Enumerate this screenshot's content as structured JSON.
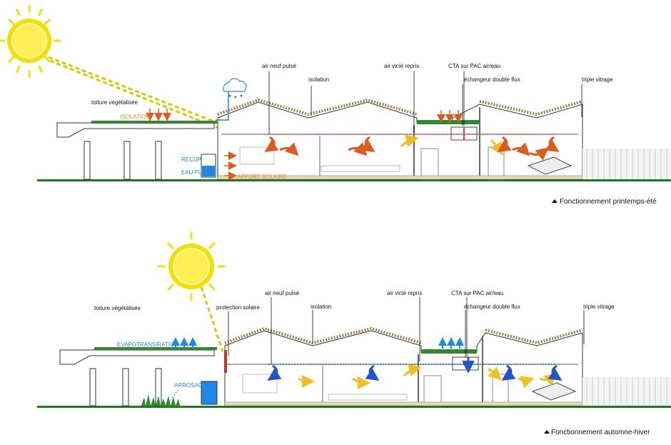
{
  "colors": {
    "sun_fill": "#ffee55",
    "sun_ray": "#f2e000",
    "sunbeam": "#d8c800",
    "ground": "#1e7a1e",
    "green_roof": "#2f8a2f",
    "warm": "#e05a20",
    "supply": "#e04040",
    "extract": "#2255cc",
    "yellow_arrow": "#f0c020",
    "blue_text": "#2288dd",
    "orange_text": "#e8932a",
    "heat_zone": "#fbf3c8",
    "water": "#1e88e5"
  },
  "icons": {
    "sun_summer": "sun-icon",
    "sun_winter": "sun-icon",
    "rain_cloud": "rain-cloud-icon",
    "caption_marker": "triangle-up-icon"
  },
  "summer": {
    "caption": "Fonctionnement printemps-été",
    "labels": {
      "toiture": "toiture végétalisée",
      "isolation_roof": "ISOLATION",
      "recup": "RECUP.",
      "eau_pluie": "EAU PLUIE",
      "apport_solaire": "APPORT SOLAIRE",
      "air_neuf": "air neuf pulsé",
      "isolation": "isolation",
      "air_vicie": "air vicié repris",
      "cta": "CTA sur PAC air/eau",
      "echangeur": "échangeur double flux",
      "triple": "triple vitrage"
    }
  },
  "winter": {
    "caption": "Fonctionnement automne-hiver",
    "labels": {
      "toiture": "toiture végétalisée",
      "evapo": "EVAPOTRANSIRATION",
      "arrosage": "ARROSAGE",
      "protection": "protection solaire",
      "air_neuf": "air neuf pulsé",
      "isolation": "isolation",
      "air_vicie": "air vicié repris",
      "cta": "CTA sur PAC air/eau",
      "echangeur": "échangeur double flux",
      "triple": "triple vitrage"
    }
  }
}
